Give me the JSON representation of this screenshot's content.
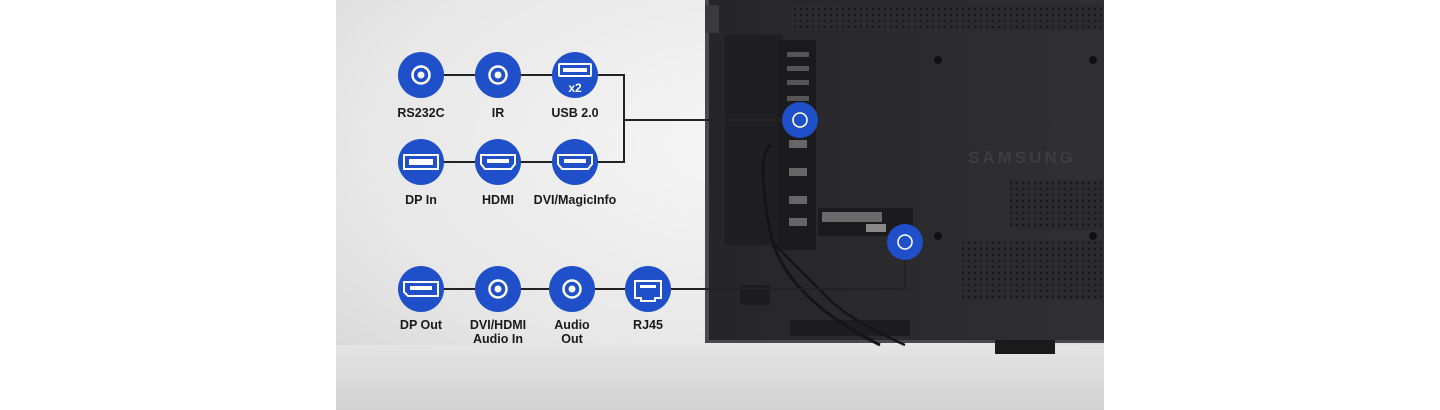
{
  "brand": {
    "logo_text": "SAMSUNG"
  },
  "ports_top": [
    {
      "label": "RS232C",
      "icon": "round-port-icon"
    },
    {
      "label": "IR",
      "icon": "round-port-icon"
    },
    {
      "label": "USB 2.0",
      "icon": "usb-port-icon",
      "badge": "x2"
    }
  ],
  "ports_middle": [
    {
      "label": "DP In",
      "icon": "dvi-port-icon"
    },
    {
      "label": "HDMI",
      "icon": "hdmi-port-icon"
    },
    {
      "label": "DVI/MagicInfo",
      "icon": "hdmi-port-icon"
    }
  ],
  "ports_bottom": [
    {
      "label": "DP Out",
      "icon": "displayport-icon"
    },
    {
      "label_line1": "DVI/HDMI",
      "label_line2": "Audio In",
      "icon": "round-port-icon"
    },
    {
      "label_line1": "Audio",
      "label_line2": "Out",
      "icon": "round-port-icon"
    },
    {
      "label": "RJ45",
      "icon": "ethernet-port-icon"
    }
  ],
  "colors": {
    "accent": "#1f4fc9",
    "panel": "#2b2b2d",
    "line": "#222222",
    "background": "#ececec"
  }
}
